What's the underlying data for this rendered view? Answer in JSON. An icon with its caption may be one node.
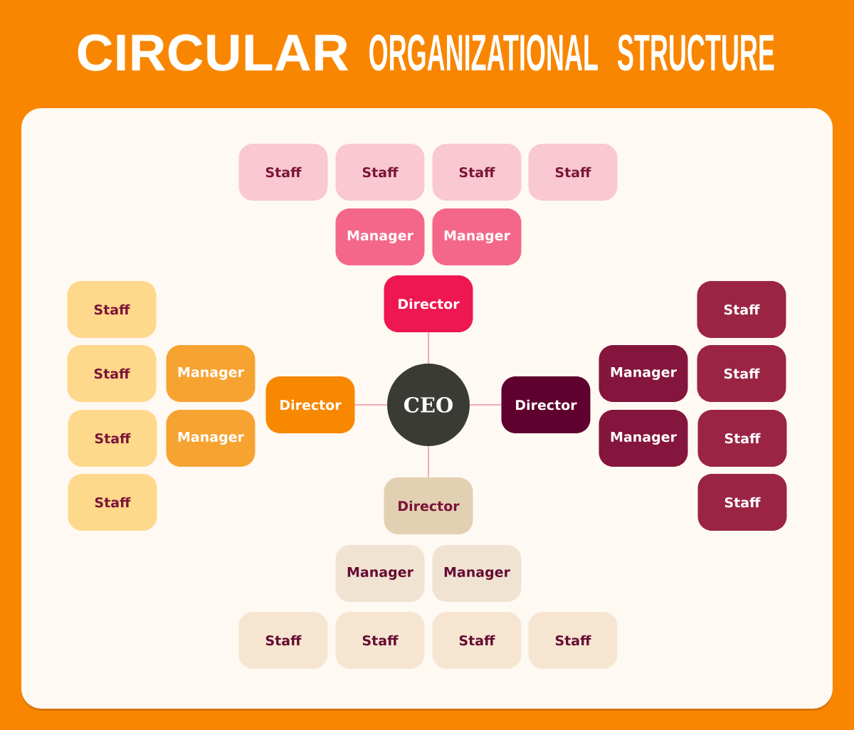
{
  "diagram": {
    "title": "**CIRCULAR** ORGANIZATIONAL STRUCTURE",
    "nodes": [
      {
        "text": [
          "Staff"
        ]
      },
      {
        "text": [
          "Staff"
        ]
      },
      {
        "text": [
          "Staff"
        ]
      },
      {
        "text": [
          "Staff"
        ]
      },
      {
        "text": [
          "Manager"
        ]
      },
      {
        "text": [
          "Manager"
        ]
      },
      {
        "text": [
          "Director"
        ]
      },
      {
        "text": [
          "Staff"
        ]
      },
      {
        "text": [
          "Staff"
        ]
      },
      {
        "text": [
          "Staff"
        ]
      },
      {
        "text": [
          "Manager"
        ]
      },
      {
        "text": [
          "Manager"
        ]
      },
      {
        "text": [
          "Staff"
        ]
      },
      {
        "text": [
          "Director"
        ]
      },
      {
        "text": [
          "CEO"
        ]
      },
      {
        "text": [
          "Director"
        ]
      },
      {
        "text": [
          "Staff"
        ]
      },
      {
        "text": [
          "Manager"
        ]
      },
      {
        "text": [
          "Manager"
        ]
      },
      {
        "text": [
          "Staff"
        ]
      },
      {
        "text": [
          "Staff"
        ]
      },
      {
        "text": [
          "Staff"
        ]
      },
      {
        "text": [
          "Director"
        ]
      },
      {
        "text": [
          "Manager"
        ]
      },
      {
        "text": [
          "Manager"
        ]
      },
      {
        "text": [
          "Staff"
        ]
      },
      {
        "text": [
          "Staff"
        ]
      },
      {
        "text": [
          "Staff"
        ]
      },
      {
        "text": [
          "Staff"
        ]
      }
    ],
    "edges": [
      {
        "from": 14,
        "to": 6,
        "arrow": "none"
      },
      {
        "from": 14,
        "to": 13,
        "arrow": "none"
      },
      {
        "from": 14,
        "to": 15,
        "arrow": "none"
      },
      {
        "from": 14,
        "to": 22,
        "arrow": "none"
      }
    ]
  }
}
